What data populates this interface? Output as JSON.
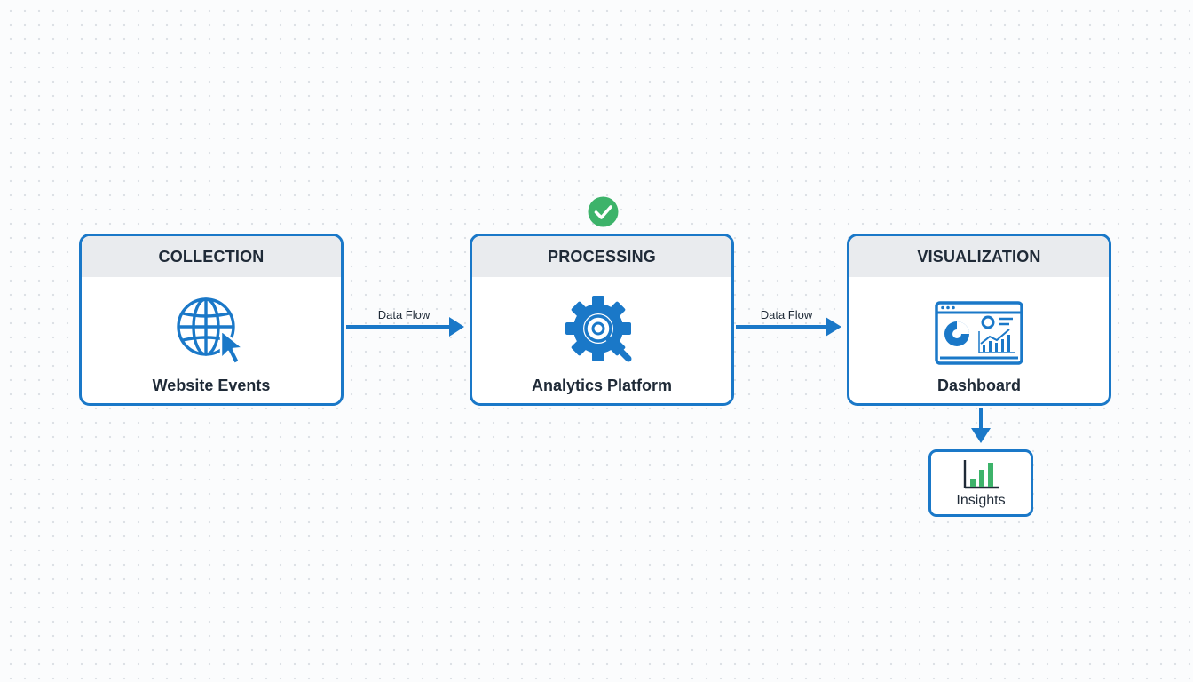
{
  "stages": [
    {
      "id": "collection",
      "title": "COLLECTION",
      "label": "Website Events",
      "icon": "globe-cursor-icon"
    },
    {
      "id": "processing",
      "title": "PROCESSING",
      "label": "Analytics Platform",
      "icon": "gear-magnifier-icon"
    },
    {
      "id": "visualization",
      "title": "VISUALIZATION",
      "label": "Dashboard",
      "icon": "dashboard-icon"
    }
  ],
  "connectors": [
    {
      "from": "collection",
      "to": "processing",
      "label": "Data Flow"
    },
    {
      "from": "processing",
      "to": "visualization",
      "label": "Data Flow"
    }
  ],
  "output": {
    "label": "Insights",
    "icon": "bar-chart-icon"
  },
  "status": {
    "icon": "check-circle-icon",
    "state": "complete"
  },
  "colors": {
    "accent": "#1a78c8",
    "success": "#3db36a",
    "header_bg": "#e9ebee",
    "text": "#1f2a37"
  }
}
